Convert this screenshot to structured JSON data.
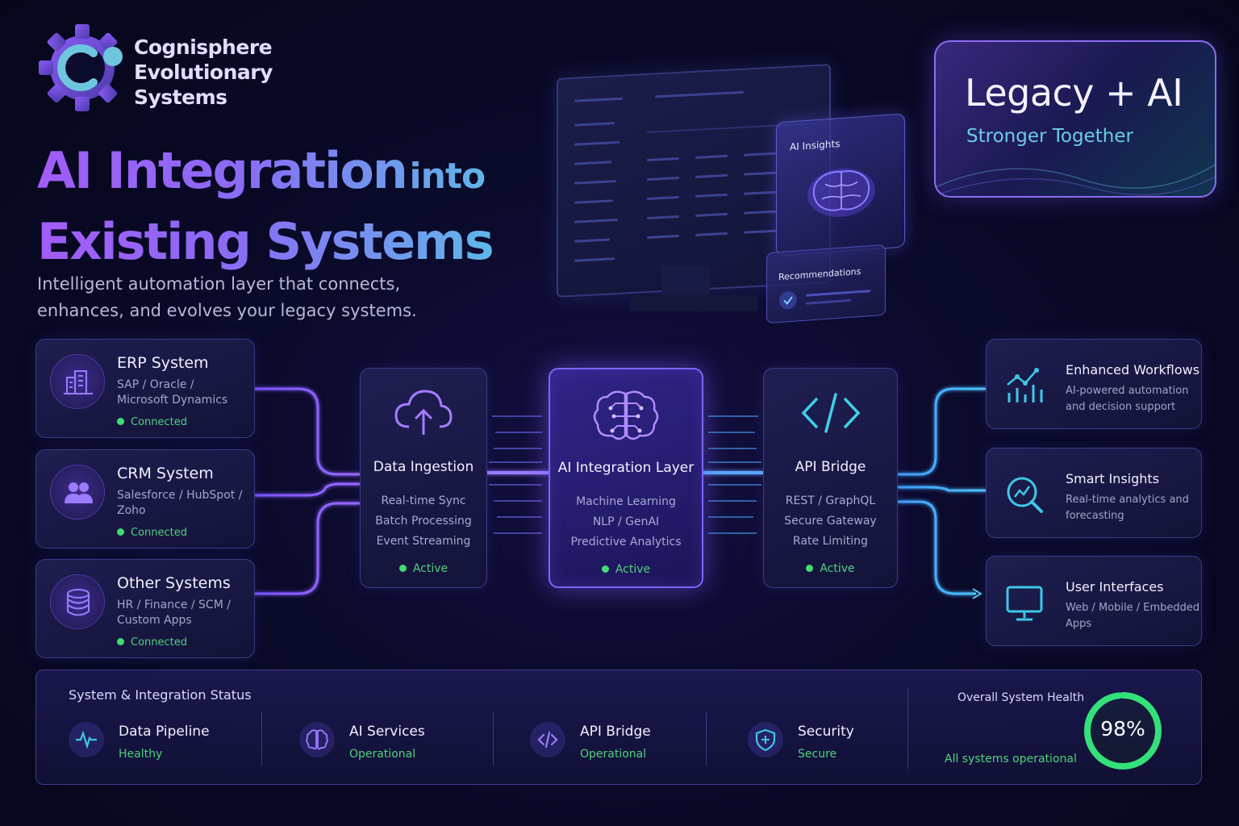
{
  "brand": {
    "name_lines": [
      "Cognisphere",
      "Evolutionary",
      "Systems"
    ],
    "colors": {
      "accent_purple": "#8a5cf6",
      "accent_teal": "#52c6e0",
      "status_green": "#3fdc74",
      "background": "#0a0a2a"
    }
  },
  "hero": {
    "title_line1_a": "AI Integration",
    "title_line1_b": "into",
    "title_line2": "Existing Systems",
    "subtitle": "Intelligent automation layer that connects, enhances, and evolves your legacy systems."
  },
  "callout": {
    "title": "Legacy + AI",
    "subtitle": "Stronger Together"
  },
  "mockup": {
    "panel_label": "AI Insights",
    "recommendations_label": "Recommendations"
  },
  "sources": [
    {
      "title": "ERP System",
      "desc": "SAP / Oracle / Microsoft Dynamics",
      "status": "Connected",
      "icon": "building-icon"
    },
    {
      "title": "CRM System",
      "desc": "Salesforce / HubSpot / Zoho",
      "status": "Connected",
      "icon": "users-icon"
    },
    {
      "title": "Other Systems",
      "desc": "HR / Finance / SCM / Custom Apps",
      "status": "Connected",
      "icon": "database-icon"
    }
  ],
  "pipeline": [
    {
      "title": "Data Ingestion",
      "lines": [
        "Real-time Sync",
        "Batch Processing",
        "Event Streaming"
      ],
      "status": "Active",
      "icon": "cloud-upload-icon"
    },
    {
      "title": "AI Integration Layer",
      "lines": [
        "Machine Learning",
        "NLP / GenAI",
        "Predictive Analytics"
      ],
      "status": "Active",
      "icon": "brain-icon"
    },
    {
      "title": "API Bridge",
      "lines": [
        "REST / GraphQL",
        "Secure Gateway",
        "Rate Limiting"
      ],
      "status": "Active",
      "icon": "code-icon"
    }
  ],
  "outputs": [
    {
      "title": "Enhanced Workflows",
      "desc": "AI-powered automation and decision support",
      "icon": "chart-up-icon"
    },
    {
      "title": "Smart Insights",
      "desc": "Real-time analytics and forecasting",
      "icon": "analytics-search-icon"
    },
    {
      "title": "User Interfaces",
      "desc": "Web / Mobile / Embedded Apps",
      "icon": "monitor-icon"
    }
  ],
  "status_bar": {
    "title": "System & Integration Status",
    "items": [
      {
        "title": "Data Pipeline",
        "value": "Healthy",
        "icon": "pulse-icon"
      },
      {
        "title": "AI Services",
        "value": "Operational",
        "icon": "brain-icon"
      },
      {
        "title": "API Bridge",
        "value": "Operational",
        "icon": "code-icon"
      },
      {
        "title": "Security",
        "value": "Secure",
        "icon": "shield-icon"
      }
    ],
    "health_label": "Overall System Health",
    "health_value": "98%",
    "health_fraction": 0.98,
    "health_note": "All systems operational"
  }
}
